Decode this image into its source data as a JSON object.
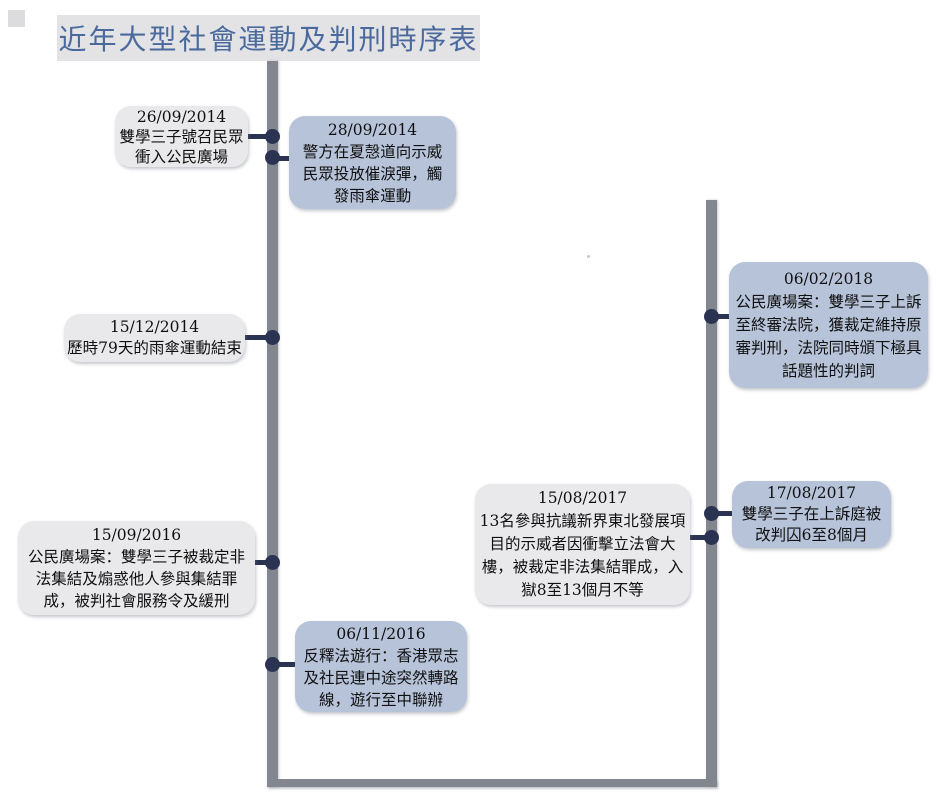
{
  "title": {
    "text": "近年大型社會運動及判刑時序表"
  },
  "colors": {
    "title_text": "#4a6a9d",
    "title_background": "#e3e3e5",
    "timeline_bar": "#81868f",
    "node_dot": "#2a3352",
    "gray_event_box": "#e9e9eb",
    "blue_event_box": "#b7c3d9",
    "body_text": "#101010"
  },
  "timelines": [
    {
      "id": "left-bar",
      "orientation": "vertical"
    },
    {
      "id": "right-bar",
      "orientation": "vertical"
    },
    {
      "id": "bottom-connector",
      "orientation": "horizontal"
    }
  ],
  "events": [
    {
      "date": "26/09/2014",
      "style": "gray",
      "timeline": "left",
      "side": "left",
      "lines": [
        "雙學三子號召民眾",
        "衝入公民廣場"
      ]
    },
    {
      "date": "28/09/2014",
      "style": "blue",
      "timeline": "left",
      "side": "right",
      "lines": [
        "警方在夏愨道向示威",
        "民眾投放催淚彈，觸",
        "發雨傘運動"
      ]
    },
    {
      "date": "15/12/2014",
      "style": "gray",
      "timeline": "left",
      "side": "left",
      "lines": [
        "歷時79天的雨傘運動結束"
      ]
    },
    {
      "date": "15/09/2016",
      "style": "gray",
      "timeline": "left",
      "side": "left",
      "lines": [
        "公民廣場案：雙學三子被裁定非",
        "法集結及煽惑他人參與集結罪",
        "成，被判社會服務令及緩刑"
      ]
    },
    {
      "date": "06/11/2016",
      "style": "blue",
      "timeline": "left",
      "side": "right",
      "lines": [
        "反釋法遊行：香港眾志",
        "及社民連中途突然轉路",
        "線，遊行至中聯辦"
      ]
    },
    {
      "date": "06/02/2018",
      "style": "blue",
      "timeline": "right",
      "side": "right",
      "lines": [
        "公民廣場案：雙學三子上訴",
        "至終審法院，獲裁定維持原",
        "審判刑，法院同時頒下極具",
        "話題性的判詞"
      ]
    },
    {
      "date": "15/08/2017",
      "style": "gray",
      "timeline": "right",
      "side": "left",
      "lines": [
        "13名參與抗議新界東北發展項",
        "目的示威者因衝擊立法會大",
        "樓，被裁定非法集結罪成，入",
        "獄8至13個月不等"
      ]
    },
    {
      "date": "17/08/2017",
      "style": "blue",
      "timeline": "right",
      "side": "right",
      "lines": [
        "雙學三子在上訴庭被",
        "改判囚6至8個月"
      ]
    }
  ]
}
